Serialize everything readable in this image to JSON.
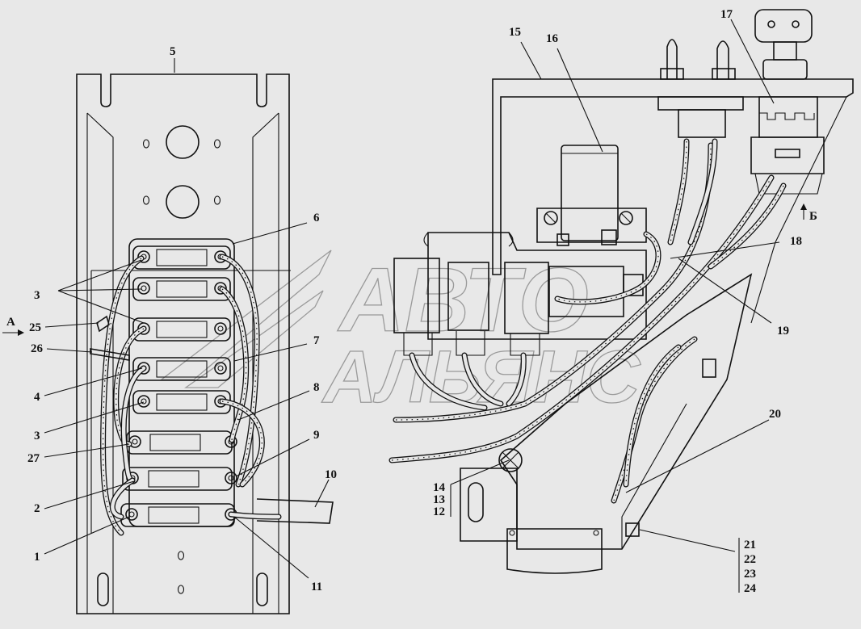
{
  "watermark": {
    "line1": "АВТО",
    "line2": "АЛЬЯНС"
  },
  "view_a": {
    "mark": "А"
  },
  "view_b": {
    "mark": "Б"
  },
  "callouts": {
    "c1": "1",
    "c2": "2",
    "c3a": "3",
    "c3b": "3",
    "c4": "4",
    "c5": "5",
    "c6": "6",
    "c7": "7",
    "c8": "8",
    "c9": "9",
    "c10": "10",
    "c11": "11",
    "c12": "12",
    "c13": "13",
    "c14": "14",
    "c15": "15",
    "c16": "16",
    "c17": "17",
    "c18": "18",
    "c19": "19",
    "c20": "20",
    "c21": "21",
    "c22": "22",
    "c23": "23",
    "c24": "24",
    "c25": "25",
    "c26": "26",
    "c27": "27"
  },
  "colors": {
    "background": "#e8e8e8",
    "line": "#111111",
    "watermark": "#9a9a9a"
  }
}
